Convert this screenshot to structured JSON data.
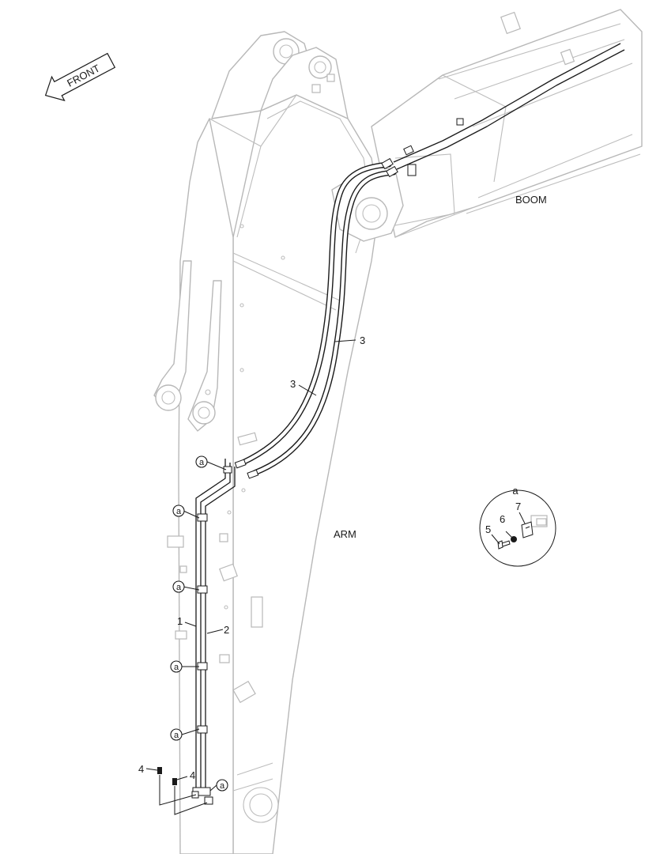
{
  "direction_arrow": {
    "label": "FRONT"
  },
  "parts": {
    "boom_label": "BOOM",
    "arm_label": "ARM"
  },
  "callouts": {
    "pipe_1": "1",
    "pipe_2": "2",
    "hose_upper": "3",
    "hose_lower": "3",
    "bolt_left": "4",
    "bolt_right": "4"
  },
  "clamp_marker": "a",
  "detail_view": {
    "title": "a",
    "bolt": "5",
    "washer": "6",
    "clamp": "7"
  }
}
